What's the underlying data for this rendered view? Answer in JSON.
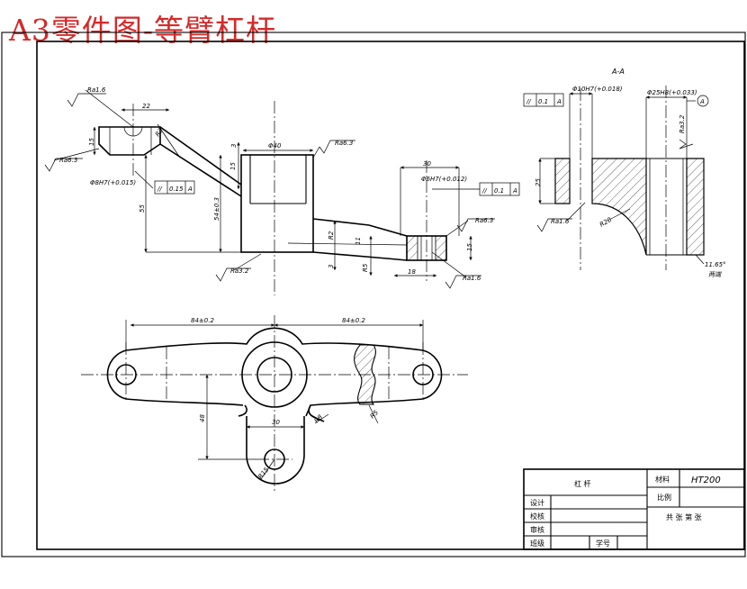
{
  "title": "A3零件图-等臂杠杆",
  "section_label": "A-A",
  "front_view": {
    "roughness": [
      "Ra1.6",
      "Ra6.3",
      "Ra6.3",
      "Ra3.2",
      "Ra6.3",
      "Ra1.6"
    ],
    "dims": [
      "22",
      "15",
      "R3",
      "Φ8H7(+0.015)",
      "Φ40",
      "3",
      "15",
      "54±0.3",
      "55",
      "30",
      "Φ6H7(+0.012)",
      "15",
      "3",
      "R2",
      "18",
      "R5",
      "11"
    ],
    "tolerances": [
      {
        "sym": "//",
        "val": "0.15",
        "ref": "A"
      },
      {
        "sym": "//",
        "val": "0.1",
        "ref": "A"
      }
    ]
  },
  "section_view": {
    "roughness": [
      "Ra3.2",
      "Ra1.6"
    ],
    "dims": [
      "Φ10H7(+0.018)",
      "Φ25H8(+0.033)",
      "25",
      "R20",
      "11.65°",
      "两端"
    ],
    "tolerance": {
      "sym": "//",
      "val": "0.1",
      "ref": "A"
    },
    "datum": "A"
  },
  "top_view": {
    "dims": [
      "84±0.2",
      "84±0.2",
      "48",
      "30",
      "R8",
      "R5",
      "R15"
    ]
  },
  "title_block": {
    "part_name": "杠  杆",
    "material_label": "材料",
    "material": "HT200",
    "scale_label": "比例",
    "sheets": "共  张  第  张",
    "rows": [
      "设计",
      "校核",
      "审核",
      "班级"
    ],
    "student_no": "学号"
  }
}
